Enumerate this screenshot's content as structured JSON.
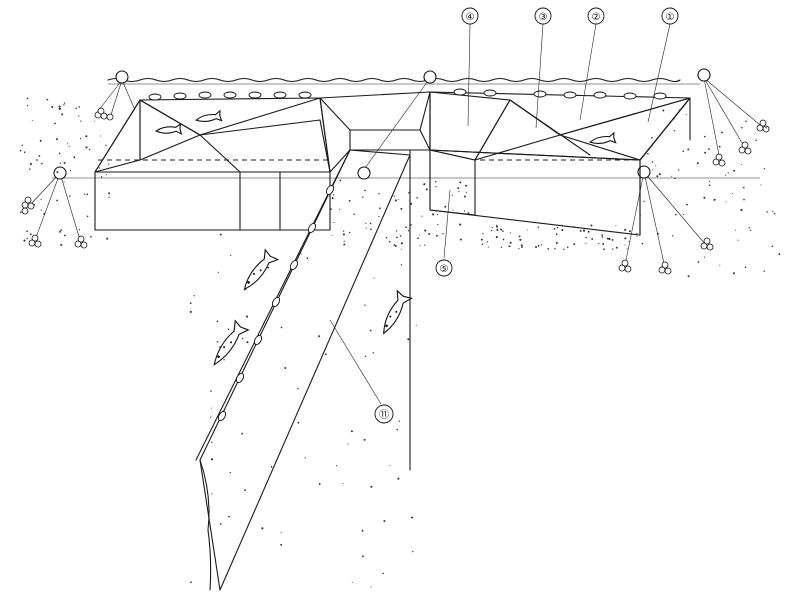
{
  "diagram": {
    "callouts": [
      {
        "id": "callout-1",
        "label": "①"
      },
      {
        "id": "callout-2",
        "label": "②"
      },
      {
        "id": "callout-3",
        "label": "③"
      },
      {
        "id": "callout-4",
        "label": "④"
      },
      {
        "id": "callout-5",
        "label": "⑤"
      },
      {
        "id": "callout-11",
        "label": "⑪"
      }
    ],
    "colors": {
      "ink": "#1a1a1a",
      "paper": "#ffffff"
    }
  }
}
